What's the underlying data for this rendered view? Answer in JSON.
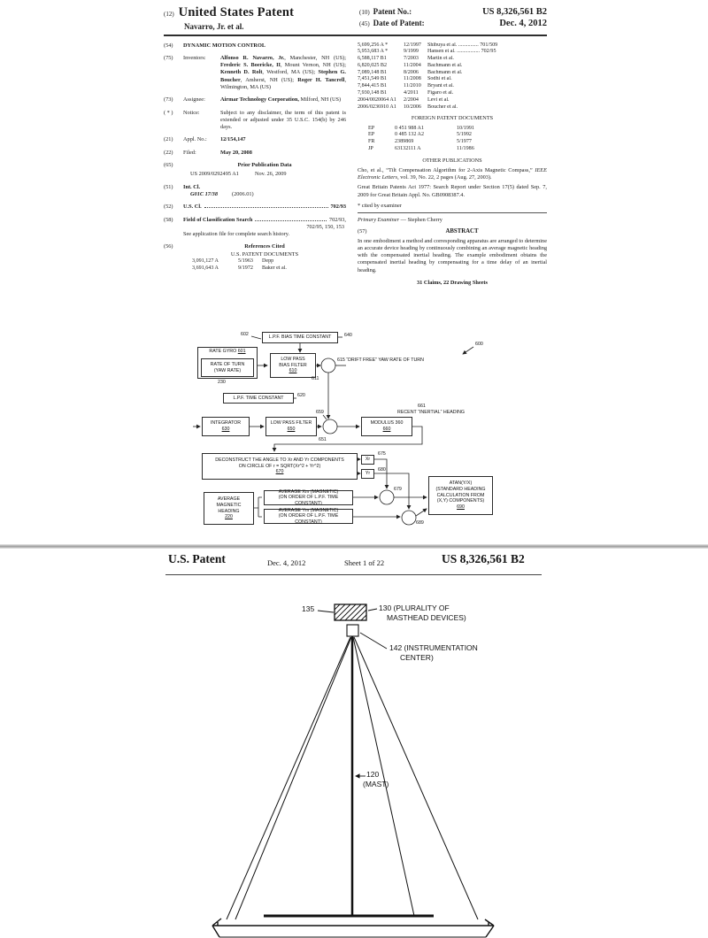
{
  "p1": {
    "header": {
      "n12": "(12)",
      "title": "United States Patent",
      "party": "Navarro, Jr. et al.",
      "n10": "(10)",
      "pn_label": "Patent No.:",
      "pn": "US 8,326,561 B2",
      "n45": "(45)",
      "date_label": "Date of Patent:",
      "date": "Dec. 4, 2012"
    },
    "left": {
      "f54": {
        "num": "(54)",
        "title": "DYNAMIC MOTION CONTROL"
      },
      "f75": {
        "num": "(75)",
        "label": "Inventors:",
        "segments": [
          {
            "b": "Alfonso R. Navarro, Jr.",
            "t": ", Manchester, NH (US); "
          },
          {
            "b": "Frederic S. Boericke, II",
            "t": ", Mount Vernon, NH (US); "
          },
          {
            "b": "Kenneth D. Rolt",
            "t": ", Westford, MA (US); "
          },
          {
            "b": "Stephen G. Boucher",
            "t": ", Amherst, NH (US); "
          },
          {
            "b": "Roger H. Tancrell",
            "t": ", Wilmington, MA (US)"
          }
        ]
      },
      "f73": {
        "num": "(73)",
        "label": "Assignee:",
        "name": "Airmar Technology Corporation,",
        "loc": "Milford, NH (US)"
      },
      "fnote": {
        "num": "( * )",
        "label": "Notice:",
        "text": "Subject to any disclaimer, the term of this patent is extended or adjusted under 35 U.S.C. 154(b) by 246 days."
      },
      "f21": {
        "num": "(21)",
        "label": "Appl. No.:",
        "value": "12/154,147"
      },
      "f22": {
        "num": "(22)",
        "label": "Filed:",
        "value": "May 20, 2008"
      },
      "f65": {
        "num": "(65)",
        "heading": "Prior Publication Data",
        "pub": "US 2009/0292495 A1",
        "pubdate": "Nov. 26, 2009"
      },
      "f51": {
        "num": "(51)",
        "label": "Int. Cl.",
        "cls": "G01C 17/38",
        "ver": "(2006.01)"
      },
      "f52": {
        "num": "(52)",
        "label": "U.S. Cl.",
        "value": "702/93"
      },
      "f58": {
        "num": "(58)",
        "label": "Field of Classification Search",
        "v1": "702/93,",
        "v2": "702/95, 150, 153",
        "note": "See application file for complete search history."
      },
      "f56": {
        "num": "(56)",
        "heading": "References Cited",
        "us_heading": "U.S. PATENT DOCUMENTS",
        "rows": [
          {
            "n": "3,091,127 A",
            "d": "5/1963",
            "m": "Depp"
          },
          {
            "n": "3,691,643 A",
            "d": "9/1972",
            "m": "Baker et al."
          }
        ]
      }
    },
    "right": {
      "us_rows": [
        {
          "n": "5,699,256 A *",
          "d": "12/1997",
          "m": "Shibuya et al. ............... 701/509"
        },
        {
          "n": "5,953,683 A *",
          "d": "9/1999",
          "m": "Hansen et al. ................. 702/95"
        },
        {
          "n": "6,588,117 B1",
          "d": "7/2003",
          "m": "Martin et al."
        },
        {
          "n": "6,820,025 B2",
          "d": "11/2004",
          "m": "Bachmann et al."
        },
        {
          "n": "7,089,148 B1",
          "d": "8/2006",
          "m": "Bachmann et al."
        },
        {
          "n": "7,451,549 B1",
          "d": "11/2008",
          "m": "Sodhi et al."
        },
        {
          "n": "7,844,415 B1",
          "d": "11/2010",
          "m": "Bryant et al."
        },
        {
          "n": "7,930,148 B1",
          "d": "4/2011",
          "m": "Figaro et al."
        },
        {
          "n": "2004/0020064 A1",
          "d": "2/2004",
          "m": "Levi et al."
        },
        {
          "n": "2006/0236910 A1",
          "d": "10/2006",
          "m": "Boucher et al."
        }
      ],
      "foreign_heading": "FOREIGN PATENT DOCUMENTS",
      "foreign_rows": [
        {
          "cc": "EP",
          "n": "0 451 988 A1",
          "d": "10/1991"
        },
        {
          "cc": "EP",
          "n": "0 485 132 A2",
          "d": "5/1992"
        },
        {
          "cc": "FR",
          "n": "2389869",
          "d": "5/1977"
        },
        {
          "cc": "JP",
          "n": "63132111 A",
          "d": "11/1986"
        }
      ],
      "other_heading": "OTHER PUBLICATIONS",
      "pub1_a": "Cho, et al., “Tilt Compensation Algorithm for 2-Axis Magnetic Compass,” ",
      "pub1_i": "IEEE Electronic Letters",
      "pub1_b": ", vol. 39, No. 22, 2 pages (Aug. 27, 2003).",
      "pub2": "Great Britain Patents Act 1977: Search Report under Section 17(5) dated Sep. 7, 2009 for Great Britain Appl. No. GB0908387.4.",
      "cited": "* cited by examiner",
      "examiner_label": "Primary Examiner",
      "examiner": " — Stephen Cherry",
      "abs_num": "(57)",
      "abs_heading": "ABSTRACT",
      "abstract": "In one embodiment a method and corresponding apparatus are arranged to determine an accurate device heading by continuously combining an average magnetic heading with the compensated inertial heading. The example embodiment obtains the compensated inertial heading by compensating for a time delay of an inertial heading.",
      "claims": "31 Claims, 22 Drawing Sheets"
    }
  },
  "fig1": {
    "boxes": {
      "lpf_bias": "L.P.F. BIAS TIME CONSTANT",
      "rate_gyro": {
        "t": "RATE GYRO",
        "n": "601"
      },
      "rate_gyro_inner": "RATE OF TURN\n(YAW RATE)",
      "low_pass_bias": {
        "t": "LOW PASS\nBIAS FILTER",
        "n": "610"
      },
      "lpf_tc": "L.P.F. TIME CONSTANT",
      "integrator": {
        "t": "INTEGRATOR",
        "n": "630"
      },
      "low_pass_filter": {
        "t": "LOW PASS FILTER",
        "n": "650"
      },
      "modulus": {
        "t": "MODULUS 360",
        "n": "660"
      },
      "deconstruct": {
        "t": "DECONSTRUCT THE ANGLE TO Xr AND Yr COMPONENTS\nON CIRCLE OF r = SQRT(Xr^2 + Yr^2)",
        "n": "670"
      },
      "xr": "Xr",
      "yr": "Yr",
      "avg_heading": {
        "t": "AVERAGE\nMAGNETIC\nHEADING",
        "n": "220"
      },
      "avg_xm": "AVERAGE Xm (MAGNETIC)\n(ON ORDER OF L.P.F. TIME CONSTANT)",
      "avg_ym": "AVERAGE Ym (MAGNETIC)\n(ON ORDER OF L.P.F. TIME CONSTANT)",
      "atan": {
        "t": "ATAN(Y/X)\n(STANDARD HEADING\nCALCULATION FROM\n(X,Y) COMPONENTS)",
        "n": "690"
      }
    },
    "labels": {
      "l600": "600",
      "l602": "602",
      "l640": "640",
      "l615": "615",
      "l611": "611",
      "l230": "230",
      "l620": "620",
      "l659": "659",
      "l651": "651",
      "l661": "661",
      "l675": "675",
      "l680": "680",
      "l679": "679",
      "l689": "689"
    },
    "texts": {
      "drift": "“DRIFT FREE” YAW RATE OF TURN",
      "recent": "RECENT “INERTIAL” HEADING"
    }
  },
  "p2": {
    "header": {
      "title": "U.S. Patent",
      "date": "Dec. 4, 2012",
      "sheet": "Sheet 1 of 22",
      "pn": "US 8,326,561 B2"
    },
    "boat": {
      "l135": "135",
      "l130a": "130 (PLURALITY OF",
      "l130b": "MASTHEAD DEVICES)",
      "l142a": "142 (INSTRUMENTATION",
      "l142b": "CENTER)",
      "l120a": "120",
      "l120b": "(MAST)"
    }
  }
}
